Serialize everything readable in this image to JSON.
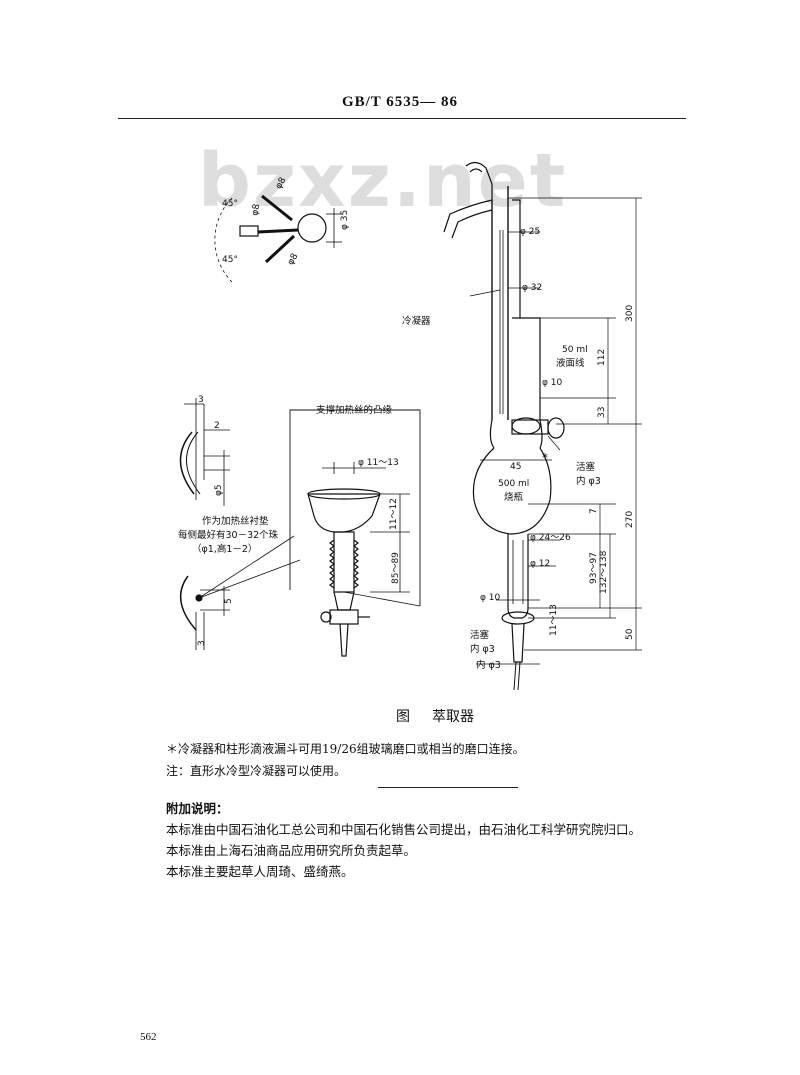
{
  "header": {
    "standard_no": "GB/T 6535— 86"
  },
  "watermark": {
    "text": "bzxz.net"
  },
  "figure": {
    "detail_top": {
      "angle_a": "45°",
      "angle_b": "45°",
      "dia_8a": "φ8",
      "dia_8b": "φ8",
      "dia_8c": "φ8",
      "dia_35": "φ 35"
    },
    "detail_left": {
      "dim_3a": "3",
      "dim_2": "2",
      "dim_phi5": "φ5",
      "dim_5": "5",
      "dim_3b": "3"
    },
    "bead_note": [
      "作为加热丝衬垫",
      "每侧最好有30－32个珠",
      "（φ1,高1－2）"
    ],
    "middle": {
      "support_label": "支撑加热丝的凸缘",
      "dim_11_13": "φ 11～13",
      "dim_11_12": "11～12",
      "dim_85_89": "85～89"
    },
    "main": {
      "condenser_label": "冷凝器",
      "dim_25": "φ 25",
      "dim_32": "φ 32",
      "level_line_1": "50 ml",
      "level_line_2": "液面线",
      "dim_10a": "φ 10",
      "dim_300": "300",
      "dim_112": "112",
      "dim_33": "33",
      "dim_45": "45",
      "star": "*",
      "stopcock_1": "活塞",
      "stopcock_1_dia": "内 φ3",
      "flask_1": "500 ml",
      "flask_2": "烧瓶",
      "dim_7": "7",
      "dim_270": "270",
      "dim_24_26": "φ 24～26",
      "dim_93_97": "93～97",
      "dim_132_138": "132～138",
      "dim_12": "φ 12",
      "dim_10b": "φ 10",
      "dim_11_13b": "11～13",
      "dim_50": "50",
      "stopcock_2": "活塞",
      "stopcock_2_dia": "内 φ3",
      "tip_dia": "内 φ3"
    }
  },
  "caption": {
    "label": "图",
    "title": "萃取器"
  },
  "notes": {
    "star_note": "＊冷凝器和柱形滴液漏斗可用19/26组玻璃磨口或相当的磨口连接。",
    "note": "注：直形水冷型冷凝器可以使用。"
  },
  "appendix": {
    "title": "附加说明：",
    "lines": [
      "本标准由中国石油化工总公司和中国石化销售公司提出，由石油化工科学研究院归口。",
      "本标准由上海石油商品应用研究所负责起草。",
      "本标准主要起草人周琦、盛绮燕。"
    ]
  },
  "page_number": "562"
}
